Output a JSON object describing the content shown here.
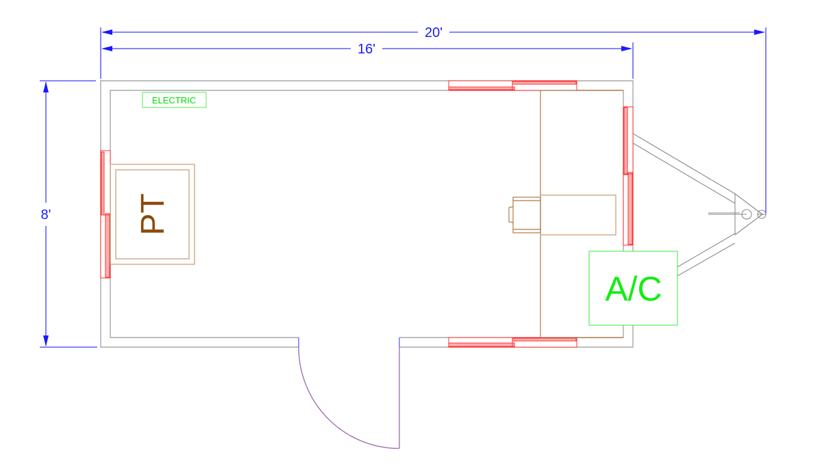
{
  "drawing": {
    "type": "floor-plan",
    "subject": "trailer office floor plan",
    "colors": {
      "dimension": "#1a1aff",
      "wall": "#a8a8a8",
      "window": "#ff3030",
      "furniture": "#b07a45",
      "electric": "#22ee22",
      "door_swing": "#9a6aa8",
      "pt_text": "#8b4a0a"
    }
  },
  "dimensions": {
    "overall_length": "20'",
    "box_length": "16'",
    "width": "8'"
  },
  "labels": {
    "electric": "ELECTRIC",
    "pt": "PT",
    "ac": "A/C"
  },
  "elements": {
    "windows": [
      {
        "wall": "top"
      },
      {
        "wall": "bottom"
      },
      {
        "wall": "left"
      },
      {
        "wall": "right"
      }
    ],
    "door": {
      "wall": "bottom",
      "swing": "outward"
    },
    "desk": {
      "has_chair": true
    },
    "hitch": {
      "type": "A-frame tongue"
    }
  }
}
